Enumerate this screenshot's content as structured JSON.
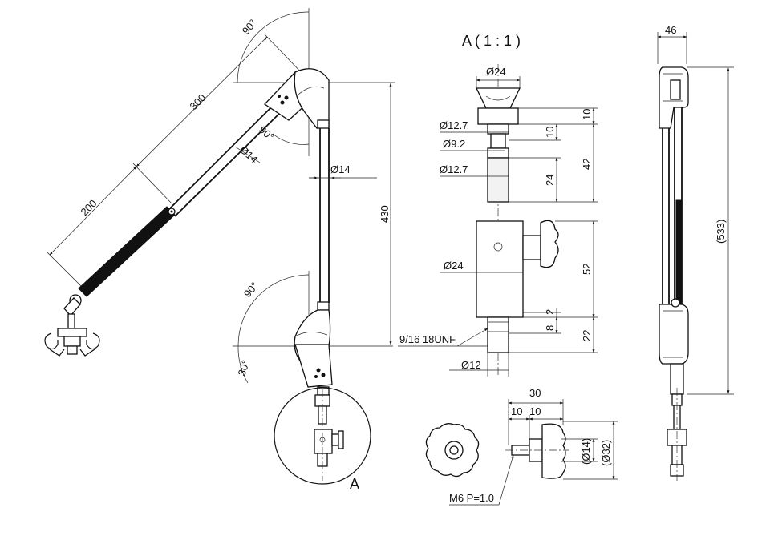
{
  "labels": {
    "angle_top_90": "90°",
    "angle_inner_90": "90°",
    "len_300": "300",
    "len_200": "200",
    "dia_14_arm": "Ø14",
    "dia_14_pole": "Ø14",
    "len_430": "430",
    "angle_bottom_90": "90°",
    "angle_30": "30°",
    "detail_ref": "A",
    "detail_title": "A ( 1 : 1 )",
    "d_24_top": "Ø24",
    "d_12_7_a": "Ø12.7",
    "d_9_2": "Ø9.2",
    "d_12_7_b": "Ø12.7",
    "d_24_block": "Ø24",
    "d_12": "Ø12",
    "thread_label": "9/16 18UNF",
    "v_10_a": "10",
    "v_10_b": "10",
    "v_42": "42",
    "v_24": "24",
    "v_52": "52",
    "v_2": "2",
    "v_8": "8",
    "v_22": "22",
    "k_30": "30",
    "k_10_a": "10",
    "k_10_b": "10",
    "k_d14": "(Ø14)",
    "k_d32": "(Ø32)",
    "k_m6": "M6 P=1.0",
    "side_46": "46",
    "side_533": "(533)"
  }
}
